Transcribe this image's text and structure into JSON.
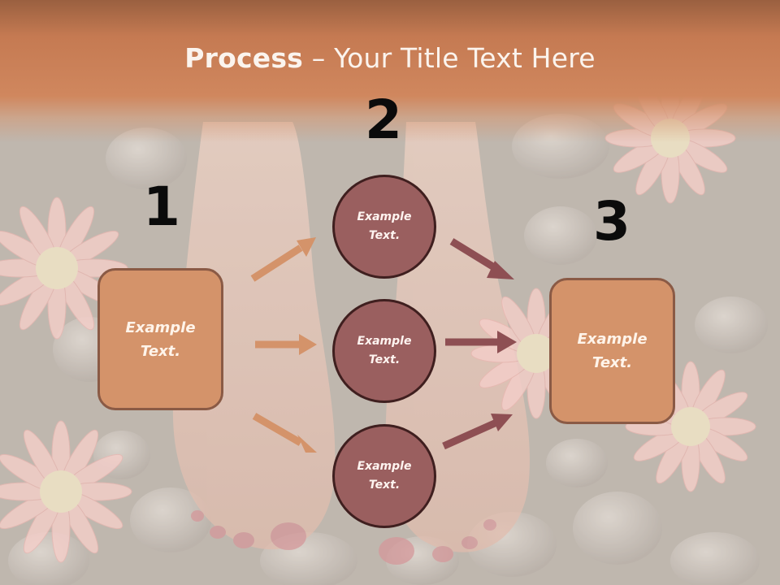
{
  "title": {
    "bold": "Process",
    "rest": " – Your Title Text Here"
  },
  "steps": [
    {
      "number": "1",
      "label": "Example Text."
    },
    {
      "number": "2",
      "items": [
        "Example Text.",
        "Example Text.",
        "Example Text."
      ]
    },
    {
      "number": "3",
      "label": "Example Text."
    }
  ],
  "colors": {
    "title_band": "#c57a52",
    "box_fill": "#d4936a",
    "box_border": "#8a5a45",
    "circle_fill": "#9a5f5f",
    "circle_border": "#3f1f1f",
    "arrow_left": "#d4936a",
    "arrow_right": "#8e4f53"
  },
  "background": {
    "description_icon": "feet-flowers-pebbles-photo"
  }
}
